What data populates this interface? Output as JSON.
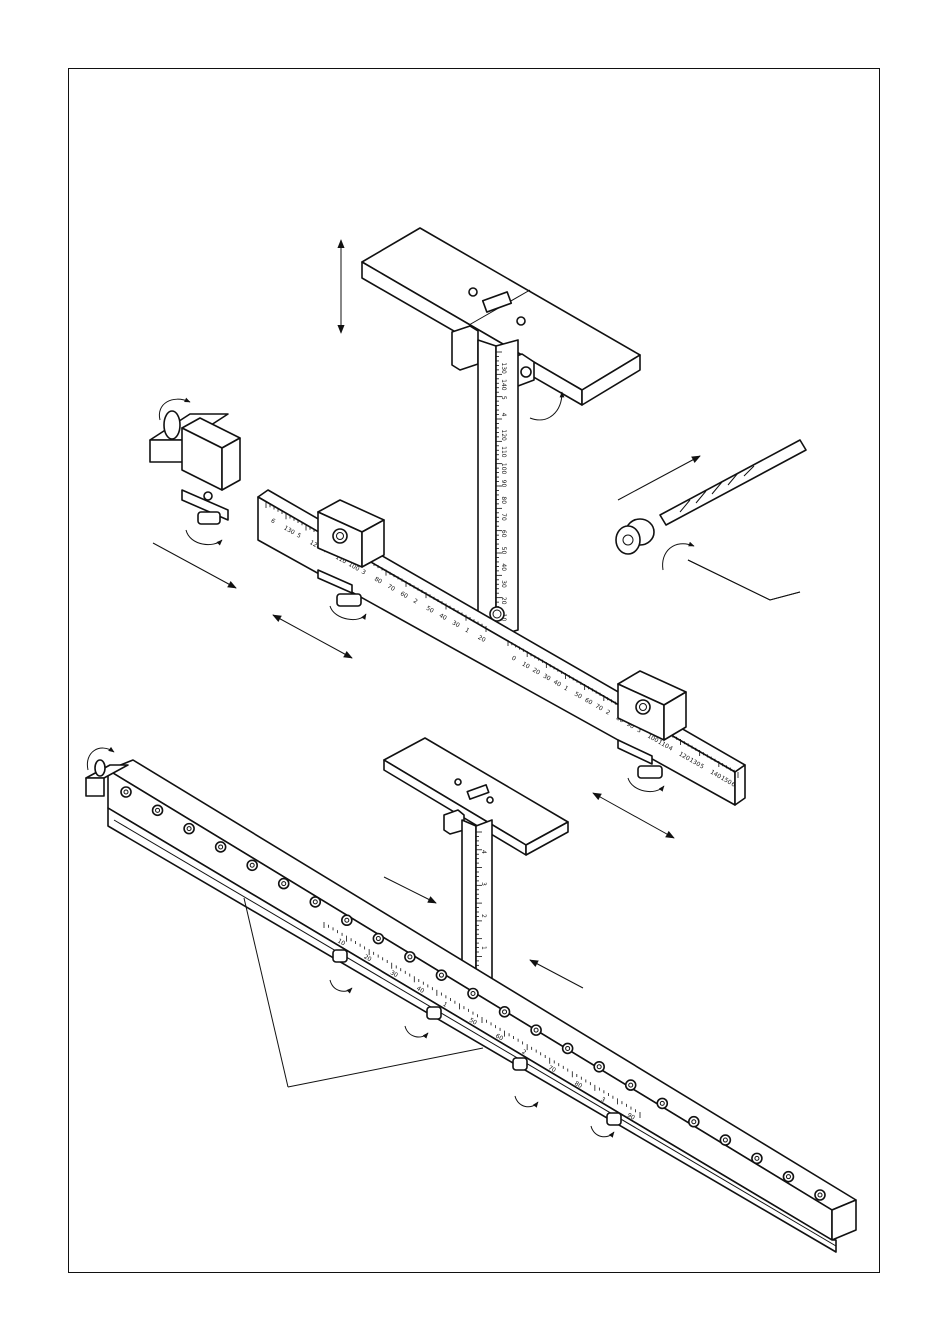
{
  "figure": {
    "kind": "exploded-assembly-illustration",
    "ink": "#111111",
    "paper": "#ffffff"
  },
  "upper_assembly": {
    "vertical_ruler_marks": [
      "130",
      "140",
      "5",
      "4",
      "120",
      "110",
      "100",
      "90",
      "80",
      "70",
      "60",
      "50",
      "40",
      "30",
      "20",
      "10"
    ],
    "horizontal_ruler_left_marks": [
      "6",
      "130",
      "5",
      "120",
      "4",
      "110",
      "100",
      "3",
      "80",
      "70",
      "60",
      "2",
      "50",
      "40",
      "30",
      "1",
      "20"
    ],
    "horizontal_ruler_right_marks": [
      "0",
      "10",
      "20",
      "30",
      "40",
      "1",
      "50",
      "60",
      "70",
      "2",
      "80",
      "90",
      "3",
      "100",
      "110",
      "4",
      "120",
      "130",
      "5",
      "140",
      "150",
      "6"
    ]
  },
  "lower_assembly": {
    "vertical_ruler_marks": [
      "4",
      "3",
      "2",
      "1",
      "0"
    ],
    "rail_ruler_marks": [
      "10",
      "20",
      "30",
      "40",
      "1",
      "50",
      "60",
      "2",
      "70",
      "80",
      "3",
      "90"
    ]
  },
  "accessories": [
    "drill-bit",
    "stop-collar",
    "hex-key"
  ],
  "icons": [
    "double-arrow-icon",
    "rotate-arrow-icon",
    "direction-arrow-icon"
  ]
}
